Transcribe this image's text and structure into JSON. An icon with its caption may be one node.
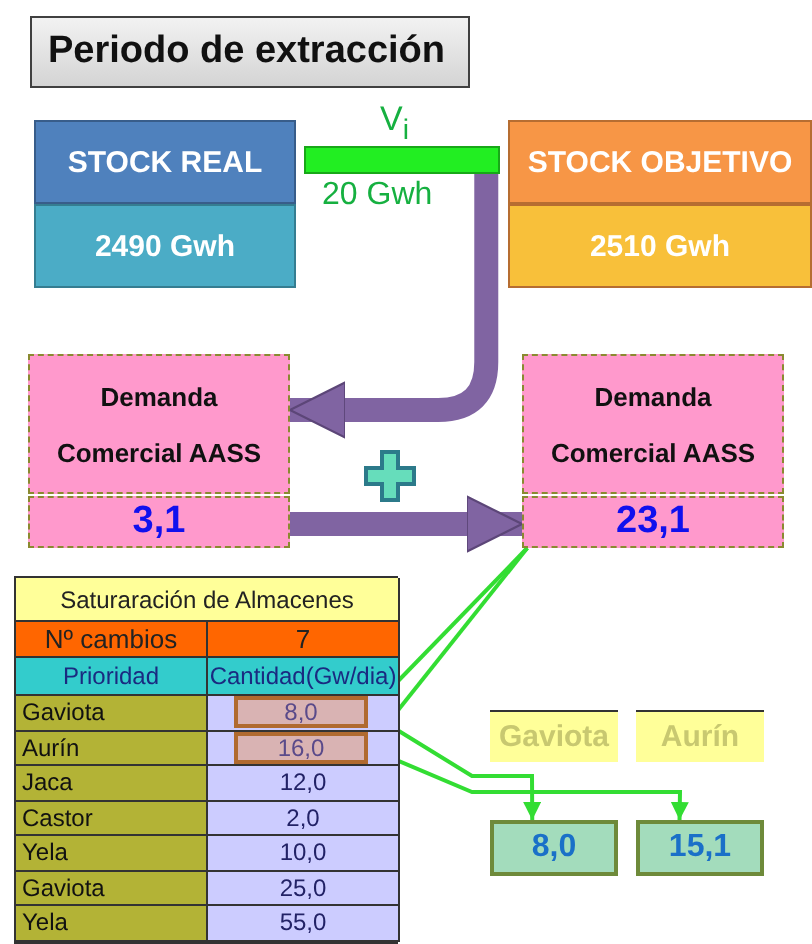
{
  "diagram": {
    "title": "Periodo de extracción",
    "nodes": [
      {
        "text": [
          "STOCK REAL",
          "2490 Gwh"
        ]
      },
      {
        "text": [],
        "shape": "bar",
        "beside": [
          "V$_{i}$",
          "20 Gwh"
        ]
      },
      {
        "text": [
          "STOCK OBJETIVO",
          "2510 Gwh"
        ]
      },
      {
        "text": [
          "Demanda",
          "Comercial AASS"
        ]
      },
      {
        "text": [
          "3,1"
        ]
      },
      {
        "text": [
          "Demanda",
          "Comercial AASS"
        ]
      },
      {
        "text": [
          "23,1"
        ]
      },
      {
        "text": [
          "8,0"
        ]
      },
      {
        "text": [
          "16,0"
        ]
      },
      {
        "text": [
          "Gaviota"
        ]
      },
      {
        "text": [
          "Aurín"
        ]
      },
      {
        "text": [
          "8,0"
        ]
      },
      {
        "text": [
          "15,1"
        ]
      }
    ],
    "edges": [
      {
        "from": 1,
        "to": 3,
        "arrow": "to",
        "style": "thick",
        "color": "#8064a2"
      },
      {
        "from": 4,
        "to": 6,
        "arrow": "to",
        "style": "thick",
        "color": "#8064a2"
      },
      {
        "from": 6,
        "to": 7,
        "arrow": "to"
      },
      {
        "from": 6,
        "to": 8,
        "arrow": "to"
      },
      {
        "from": 7,
        "to": 11,
        "arrow": "to"
      },
      {
        "from": 8,
        "to": 12,
        "arrow": "to"
      }
    ],
    "labels": [
      "Saturaración de Almacenes",
      "Nº cambios",
      "7",
      "Prioridad",
      "Cantidad(Gw/dia)",
      "Gaviota",
      "Aurín",
      "Jaca",
      "12,0",
      "Castor",
      "2,0",
      "Yela",
      "10,0",
      "Gaviota",
      "25,0",
      "Yela",
      "55,0"
    ]
  }
}
